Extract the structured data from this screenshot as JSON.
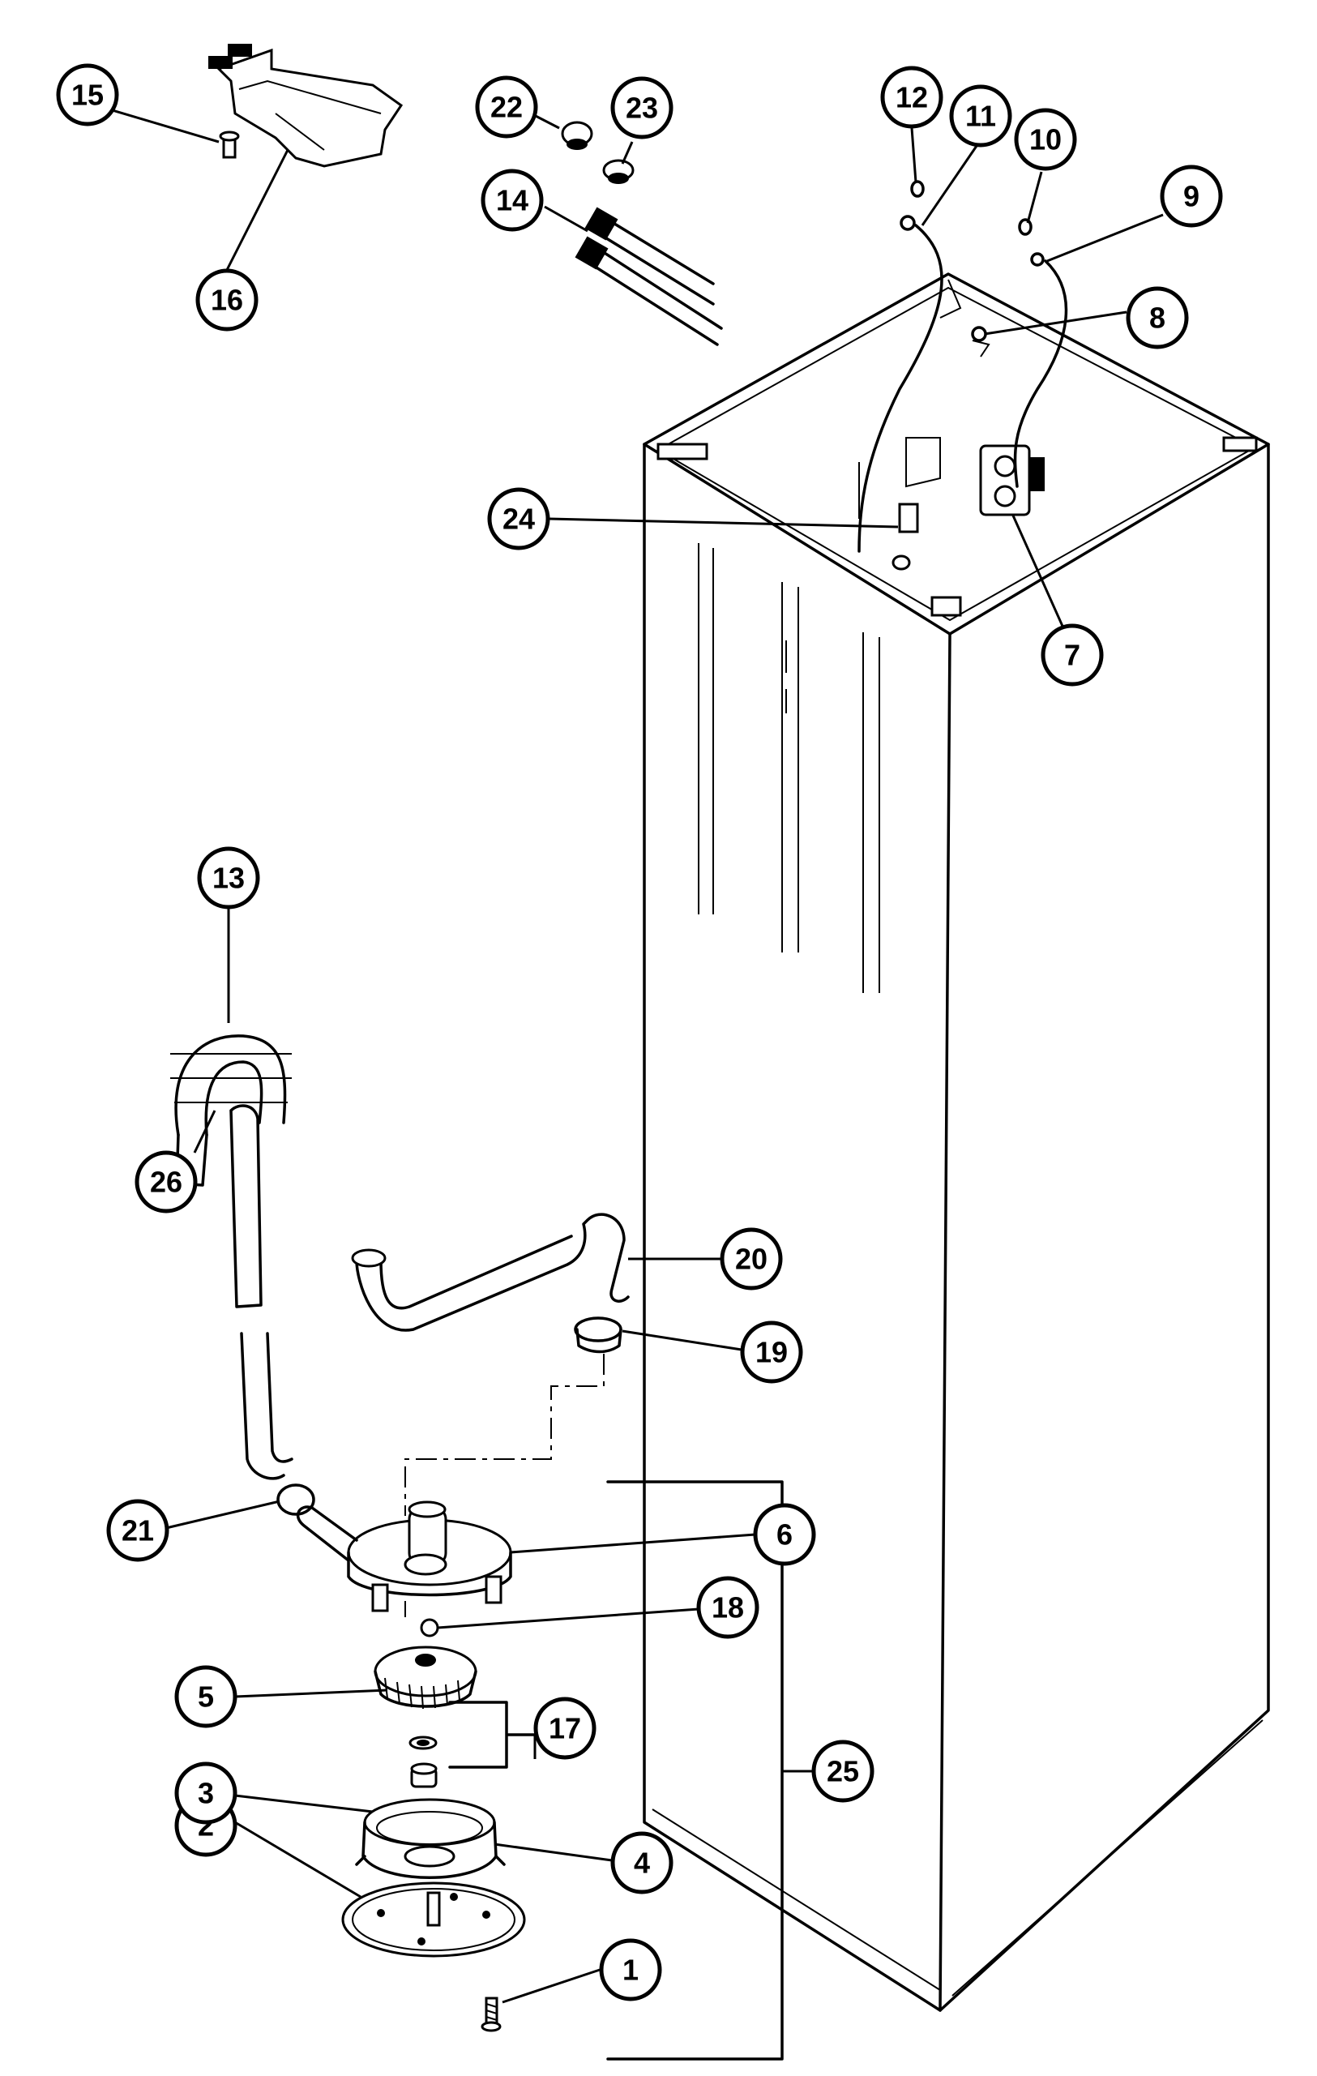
{
  "colors": {
    "ink": "#000000",
    "background": "#ffffff"
  },
  "callouts": [
    {
      "id": "c1",
      "label": "1"
    },
    {
      "id": "c2",
      "label": "2"
    },
    {
      "id": "c3",
      "label": "3"
    },
    {
      "id": "c4",
      "label": "4"
    },
    {
      "id": "c5",
      "label": "5"
    },
    {
      "id": "c6",
      "label": "6"
    },
    {
      "id": "c7",
      "label": "7"
    },
    {
      "id": "c8",
      "label": "8"
    },
    {
      "id": "c9",
      "label": "9"
    },
    {
      "id": "c10",
      "label": "10"
    },
    {
      "id": "c11",
      "label": "11"
    },
    {
      "id": "c12",
      "label": "12"
    },
    {
      "id": "c13",
      "label": "13"
    },
    {
      "id": "c14",
      "label": "14"
    },
    {
      "id": "c15",
      "label": "15"
    },
    {
      "id": "c16",
      "label": "16"
    },
    {
      "id": "c17",
      "label": "17"
    },
    {
      "id": "c18",
      "label": "18"
    },
    {
      "id": "c19",
      "label": "19"
    },
    {
      "id": "c20",
      "label": "20"
    },
    {
      "id": "c21",
      "label": "21"
    },
    {
      "id": "c22",
      "label": "22"
    },
    {
      "id": "c23",
      "label": "23"
    },
    {
      "id": "c24",
      "label": "24"
    },
    {
      "id": "c25",
      "label": "25"
    },
    {
      "id": "c26",
      "label": "26"
    }
  ]
}
